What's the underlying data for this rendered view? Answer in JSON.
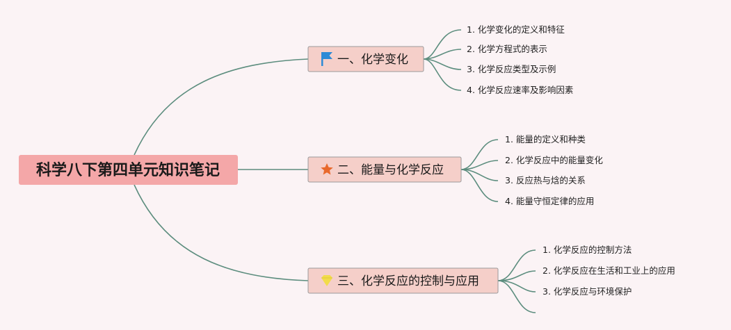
{
  "mindmap": {
    "root": {
      "label": "科学八下第四单元知识笔记"
    },
    "branches": [
      {
        "label": "一、化学变化",
        "icon": "flag-icon",
        "icon_color": "#2d8ad6",
        "children": [
          "1. 化学变化的定义和特征",
          "2. 化学方程式的表示",
          "3. 化学反应类型及示例",
          "4. 化学反应速率及影响因素"
        ]
      },
      {
        "label": "二、能量与化学反应",
        "icon": "star-icon",
        "icon_color": "#e8692c",
        "children": [
          "1. 能量的定义和种类",
          "2. 化学反应中的能量变化",
          "3. 反应热与焓的关系",
          "4. 能量守恒定律的应用"
        ]
      },
      {
        "label": "三、化学反应的控制与应用",
        "icon": "diamond-icon",
        "icon_color": "#f2dc4a",
        "children": [
          "1. 化学反应的控制方法",
          "2. 化学反应在生活和工业上的应用",
          "3. 化学反应与环境保护",
          ""
        ]
      }
    ]
  },
  "colors": {
    "background": "#fbf3f5",
    "root_fill": "#f4a7a8",
    "branch_fill": "#f5cfc9",
    "connector": "#5c8d7e"
  }
}
